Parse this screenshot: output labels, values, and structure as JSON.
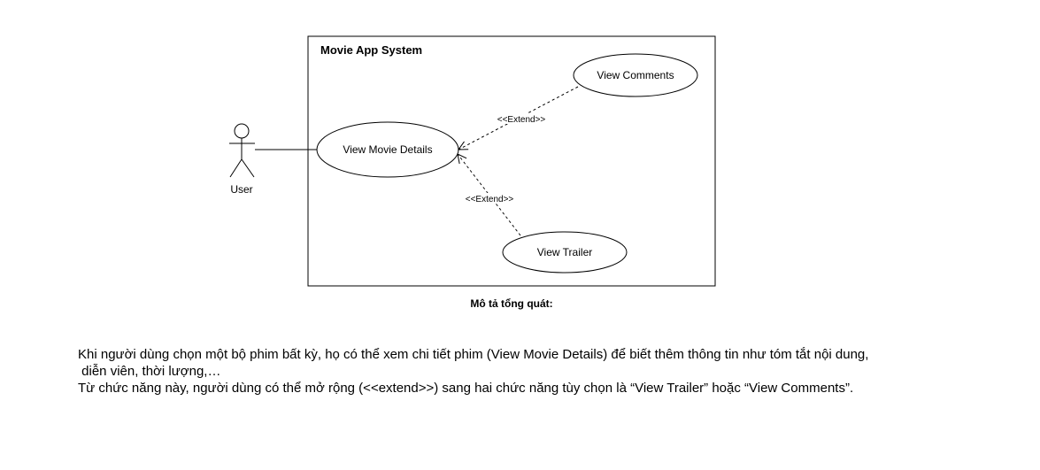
{
  "diagram": {
    "system_title": "Movie App System",
    "actor_label": "User",
    "use_cases": {
      "view_movie_details": "View Movie Details",
      "view_comments": "View Comments",
      "view_trailer": "View Trailer"
    },
    "relations": {
      "comments_extend": "<<Extend>>",
      "trailer_extend": "<<Extend>>"
    }
  },
  "caption": "Mô tả tổng quát:",
  "description": {
    "line1": "Khi người dùng chọn một bộ phim bất kỳ, họ có thể xem chi tiết phim (View Movie Details) để biết thêm thông tin như tóm tắt nội dung,",
    "line2": " diễn viên, thời lượng,…",
    "line3": "Từ chức năng này, người dùng có thể mở rộng (<<extend>>) sang hai chức năng tùy chọn là “View Trailer” hoặc “View Comments”."
  }
}
